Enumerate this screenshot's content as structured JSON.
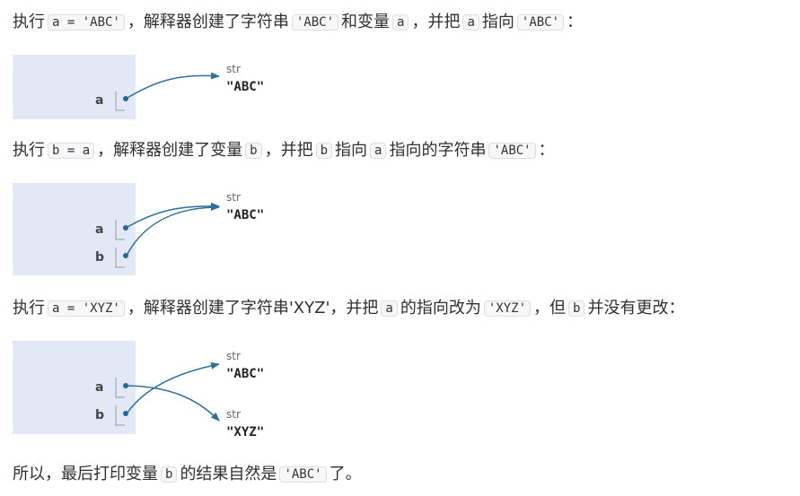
{
  "p1": {
    "t1": "执行",
    "c1": "a = 'ABC'",
    "t2": "，解释器创建了字符串",
    "c2": "'ABC'",
    "t3": "和变量",
    "c3": "a",
    "t4": "，并把",
    "c4": "a",
    "t5": "指向",
    "c5": "'ABC'",
    "t6": "："
  },
  "p2": {
    "t1": "执行",
    "c1": "b = a",
    "t2": "，解释器创建了变量",
    "c2": "b",
    "t3": "，并把",
    "c3": "b",
    "t4": "指向",
    "c4": "a",
    "t5": "指向的字符串",
    "c5": "'ABC'",
    "t6": "："
  },
  "p3": {
    "t1": "执行",
    "c1": "a = 'XYZ'",
    "t2": "，解释器创建了字符串'XYZ'，并把",
    "c2": "a",
    "t3": "的指向改为",
    "c3": "'XYZ'",
    "t4": "，但",
    "c4": "b",
    "t5": "并没有更改："
  },
  "p4": {
    "t1": "所以，最后打印变量",
    "c1": "b",
    "t2": "的结果自然是",
    "c2": "'ABC'",
    "t3": "了。"
  },
  "d1": {
    "var_a": "a",
    "obj_type": "str",
    "obj_value": "\"ABC\""
  },
  "d2": {
    "var_a": "a",
    "var_b": "b",
    "obj_type": "str",
    "obj_value": "\"ABC\""
  },
  "d3": {
    "var_a": "a",
    "var_b": "b",
    "obj1_type": "str",
    "obj1_value": "\"ABC\"",
    "obj2_type": "str",
    "obj2_value": "\"XYZ\""
  },
  "colors": {
    "frame": "#e3e8f6",
    "arrow": "#2f6f9a",
    "dot": "#2a6594"
  }
}
